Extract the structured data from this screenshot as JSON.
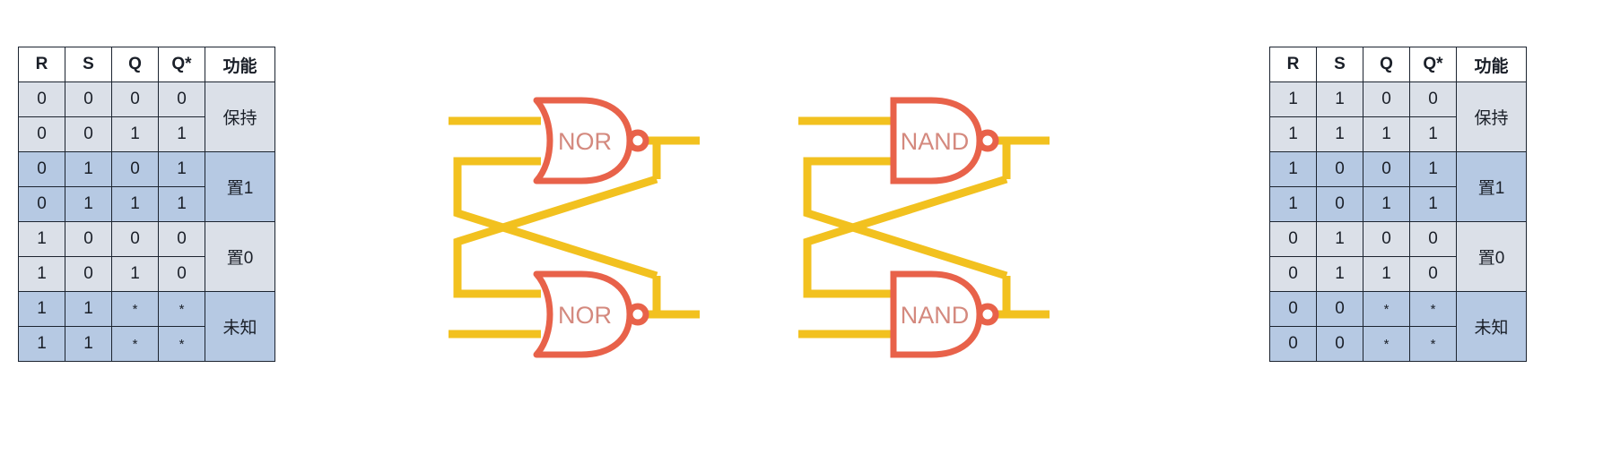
{
  "colors": {
    "gate_outline": "#e8624a",
    "wire": "#f2c11f",
    "gate_text": "#d4897e",
    "row_shade_light": "#dbe0e8",
    "row_shade_blue": "#b6c9e3",
    "border": "#1c2430",
    "background": "#ffffff"
  },
  "tables": {
    "nor_latch": {
      "name": "NOR latch truth table",
      "headers": [
        "R",
        "S",
        "Q",
        "Q*",
        "功能"
      ],
      "rows": [
        {
          "R": "0",
          "S": "0",
          "Q": "0",
          "Qstar": "0",
          "shade": "light"
        },
        {
          "R": "0",
          "S": "0",
          "Q": "1",
          "Qstar": "1",
          "shade": "light"
        },
        {
          "R": "0",
          "S": "1",
          "Q": "0",
          "Qstar": "1",
          "shade": "blue"
        },
        {
          "R": "0",
          "S": "1",
          "Q": "1",
          "Qstar": "1",
          "shade": "blue"
        },
        {
          "R": "1",
          "S": "0",
          "Q": "0",
          "Qstar": "0",
          "shade": "light"
        },
        {
          "R": "1",
          "S": "0",
          "Q": "1",
          "Qstar": "0",
          "shade": "light"
        },
        {
          "R": "1",
          "S": "1",
          "Q": "*",
          "Qstar": "*",
          "shade": "blue"
        },
        {
          "R": "1",
          "S": "1",
          "Q": "*",
          "Qstar": "*",
          "shade": "blue"
        }
      ],
      "functions": [
        {
          "label": "保持",
          "rowspan": 2,
          "shade": "light"
        },
        {
          "label": "置1",
          "rowspan": 2,
          "shade": "blue"
        },
        {
          "label": "置0",
          "rowspan": 2,
          "shade": "light"
        },
        {
          "label": "未知",
          "rowspan": 2,
          "shade": "blue"
        }
      ]
    },
    "nand_latch": {
      "name": "NAND latch truth table",
      "headers": [
        "R",
        "S",
        "Q",
        "Q*",
        "功能"
      ],
      "rows": [
        {
          "R": "1",
          "S": "1",
          "Q": "0",
          "Qstar": "0",
          "shade": "light"
        },
        {
          "R": "1",
          "S": "1",
          "Q": "1",
          "Qstar": "1",
          "shade": "light"
        },
        {
          "R": "1",
          "S": "0",
          "Q": "0",
          "Qstar": "1",
          "shade": "blue"
        },
        {
          "R": "1",
          "S": "0",
          "Q": "1",
          "Qstar": "1",
          "shade": "blue"
        },
        {
          "R": "0",
          "S": "1",
          "Q": "0",
          "Qstar": "0",
          "shade": "light"
        },
        {
          "R": "0",
          "S": "1",
          "Q": "1",
          "Qstar": "0",
          "shade": "light"
        },
        {
          "R": "0",
          "S": "0",
          "Q": "*",
          "Qstar": "*",
          "shade": "blue"
        },
        {
          "R": "0",
          "S": "0",
          "Q": "*",
          "Qstar": "*",
          "shade": "blue"
        }
      ],
      "functions": [
        {
          "label": "保持",
          "rowspan": 2,
          "shade": "light"
        },
        {
          "label": "置1",
          "rowspan": 2,
          "shade": "blue"
        },
        {
          "label": "置0",
          "rowspan": 2,
          "shade": "light"
        },
        {
          "label": "未知",
          "rowspan": 2,
          "shade": "blue"
        }
      ]
    }
  },
  "circuits": {
    "nor_latch": {
      "name": "Cross-coupled NOR latch",
      "gate_top_label": "NOR",
      "gate_bottom_label": "NOR"
    },
    "nand_latch": {
      "name": "Cross-coupled NAND latch",
      "gate_top_label": "NAND",
      "gate_bottom_label": "NAND"
    }
  }
}
